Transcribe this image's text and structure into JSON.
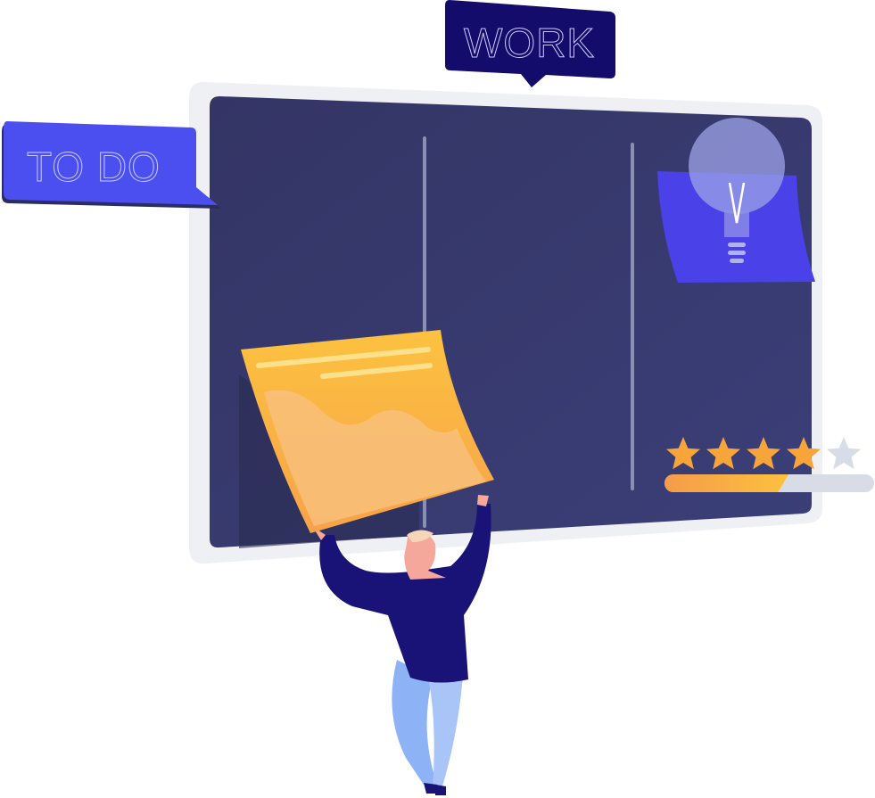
{
  "labels": {
    "todo": "TO DO",
    "work": "WORK"
  },
  "rating": {
    "stars_filled": 4,
    "stars_total": 5,
    "progress_percent": 55
  },
  "colors": {
    "board": "#363a6e",
    "board_frame": "#eef0f4",
    "todo_bubble": "#4b4ff0",
    "work_bubble": "#130c6b",
    "sticky_note": "#fbb03b",
    "idea_note": "#4a42e8",
    "star": "#f7a43b",
    "star_empty": "#d8dce6",
    "shirt": "#1a1377",
    "pants": "#8db2f5"
  }
}
